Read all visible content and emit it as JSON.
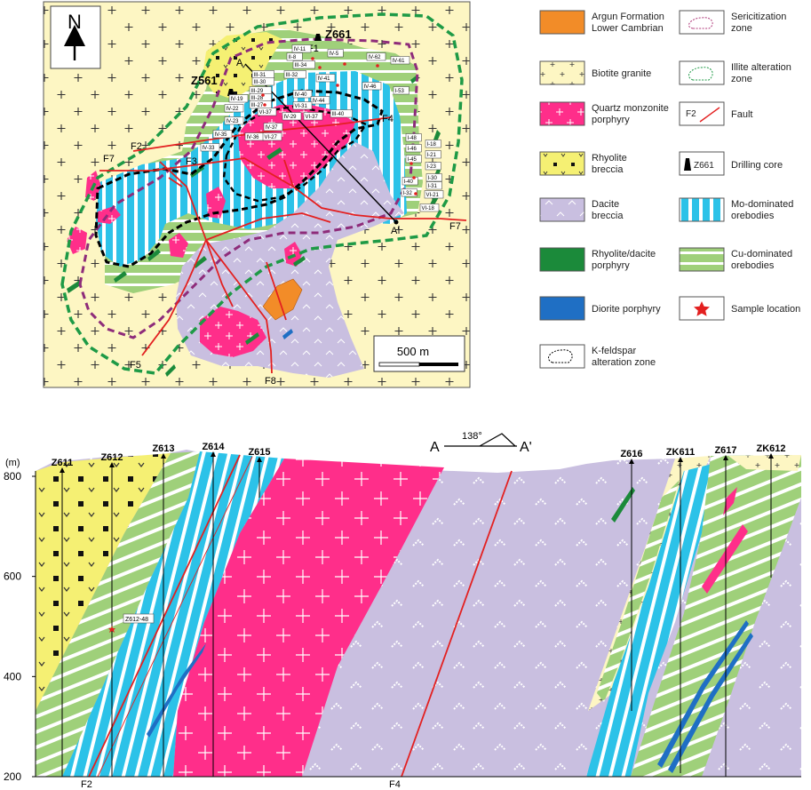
{
  "map": {
    "north": "N",
    "scale": "500 m",
    "drill": {
      "z661": "Z661",
      "z561": "Z561"
    },
    "section_ends": {
      "a": "A",
      "a2": "A'"
    },
    "faults": {
      "f1": "F1",
      "f2": "F2",
      "f3": "F3",
      "f4": "F4",
      "f5": "F5",
      "f7a": "F7",
      "f7b": "F7",
      "f8": "F8"
    },
    "samples": {
      "iv11": "IV-11",
      "ii8": "II-8",
      "iii34": "III-34",
      "iii32": "III-32",
      "iv5": "IV-5",
      "iv62": "IV-62",
      "iv61": "IV-61",
      "iii31": "III-31",
      "iii30": "III-30",
      "iii29": "III-29",
      "iii28": "III-28",
      "iii27": "III-27",
      "iv41": "IV-41",
      "iv46": "IV-46",
      "i53": "I-53",
      "iv19": "IV-19",
      "iv22": "IV-22",
      "iv40": "IV-40",
      "iv44": "IV-44",
      "vi31": "VI-31",
      "vi37a": "VI-37",
      "iv29": "IV-29",
      "vi37b": "VI-37",
      "iii40": "III-40",
      "iv23": "IV-23",
      "iv35": "IV-35",
      "iv36": "IV-36",
      "iv37": "IV-37",
      "vi27": "VI-27",
      "iv33": "IV-33",
      "i48": "I-48",
      "i46": "I-46",
      "i45": "I-45",
      "i18": "I-18",
      "i21": "I-21",
      "i23": "I-23",
      "i40": "I-40",
      "i30": "I-30",
      "i31": "I-31",
      "i32": "I-32",
      "vi21": "VI-21",
      "vi18": "VI-18"
    }
  },
  "legend": [
    {
      "label": "Argun Formation\nLower Cambrian",
      "color": "#f28c28"
    },
    {
      "label": "Sericitization\nzone",
      "color": "#b03a7a"
    },
    {
      "label": "Biotite granite",
      "color": "#fdf6c3"
    },
    {
      "label": "Illite alteration\nzone",
      "color": "#1e9a46"
    },
    {
      "label": "Quartz monzonite\nporphyry",
      "color": "#ff2e8a"
    },
    {
      "label": "Fault",
      "key": "F2",
      "color": "#e32020"
    },
    {
      "label": "Rhyolite\nbreccia",
      "color": "#f5f073"
    },
    {
      "label": "Drilling core",
      "key": "Z661",
      "color": "#000000"
    },
    {
      "label": "Dacite\nbreccia",
      "color": "#c9bfe0"
    },
    {
      "label": "Mo-dominated\norebodies",
      "color": "#2cc2e8"
    },
    {
      "label": "Rhyolite/dacite\nporphyry",
      "color": "#1b8a3a"
    },
    {
      "label": "Cu-dominated\norebodies",
      "color": "#9fd07a"
    },
    {
      "label": "Diorite porphyry",
      "color": "#1f6fc4"
    },
    {
      "label": "Sample location",
      "color": "#e32020"
    },
    {
      "label": "K-feldspar\nalteration zone",
      "color": "#000000"
    }
  ],
  "section": {
    "unit": "(m)",
    "y_ticks": [
      "800",
      "600",
      "400",
      "200"
    ],
    "y_values": [
      800,
      600,
      400,
      200
    ],
    "azimuth": "138°",
    "a": "A",
    "a2": "A'",
    "sample": "Z612-48",
    "faults_bottom": {
      "f2": "F2",
      "f4": "F4"
    },
    "drills": [
      {
        "name": "Z611"
      },
      {
        "name": "Z612"
      },
      {
        "name": "Z613"
      },
      {
        "name": "Z614"
      },
      {
        "name": "Z615"
      },
      {
        "name": "Z616"
      },
      {
        "name": "ZK611"
      },
      {
        "name": "Z617"
      },
      {
        "name": "ZK612"
      }
    ]
  }
}
